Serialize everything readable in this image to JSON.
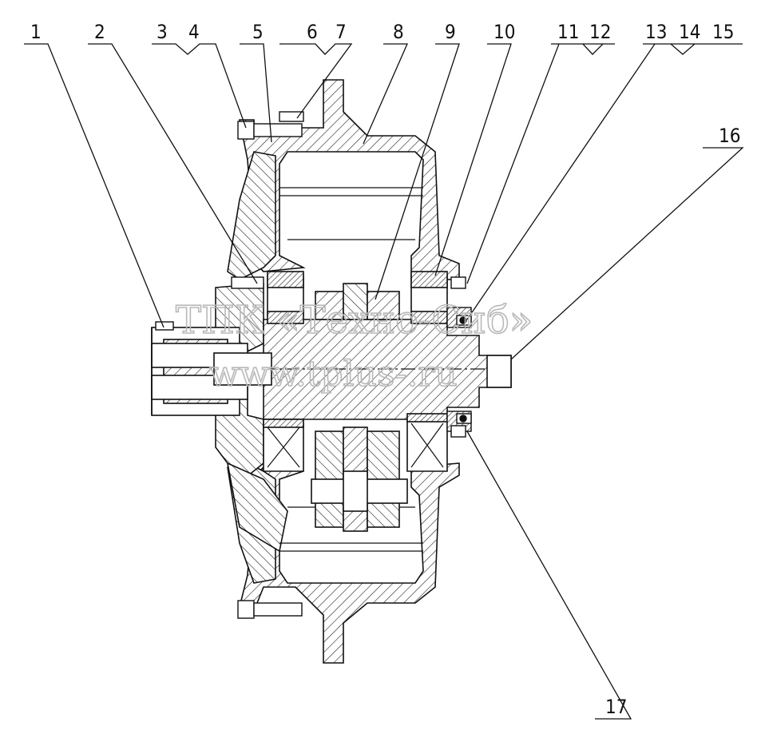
{
  "callouts": [
    "1",
    "2",
    "3",
    "4",
    "5",
    "6",
    "7",
    "8",
    "9",
    "10",
    "11",
    "12",
    "13",
    "14",
    "15",
    "16",
    "17"
  ],
  "watermark": {
    "line1": "ТПК «Техно-Сиб»",
    "line2": "www.tplus-.ru"
  },
  "colors": {
    "ink": "#111111",
    "hatch": "#222222",
    "watermark": "#b9b9b9",
    "paper": "#ffffff"
  }
}
